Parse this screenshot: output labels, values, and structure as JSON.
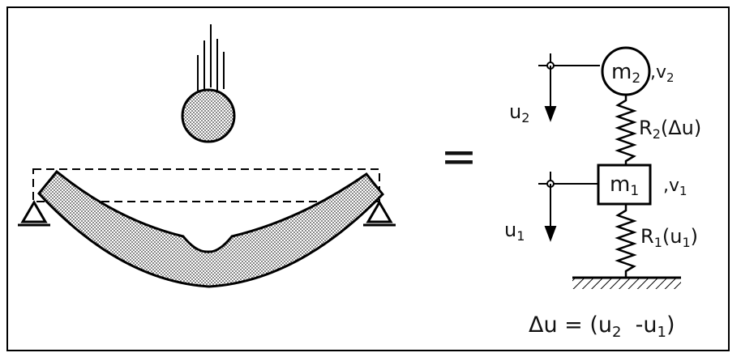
{
  "labels": {
    "m2": "m",
    "m2_sub": "2",
    "v2": ",v",
    "v2_sub": "2",
    "m1": "m",
    "m1_sub": "1",
    "v1": ",v",
    "v1_sub": "1",
    "u2": "u",
    "u2_sub": "2",
    "u1": "u",
    "u1_sub": "1",
    "R2": "R",
    "R2_sub": "2",
    "R2_arg": "(Δu)",
    "R1": "R",
    "R1_sub": "1",
    "R1_arg_open": "(u",
    "R1_arg_sub": "1",
    "R1_arg_close": ")",
    "equals": "=",
    "eq_lhs": "Δu = (u",
    "eq_sub2": "2",
    "eq_mid": "  -u",
    "eq_sub1": "1",
    "eq_close": ")"
  }
}
